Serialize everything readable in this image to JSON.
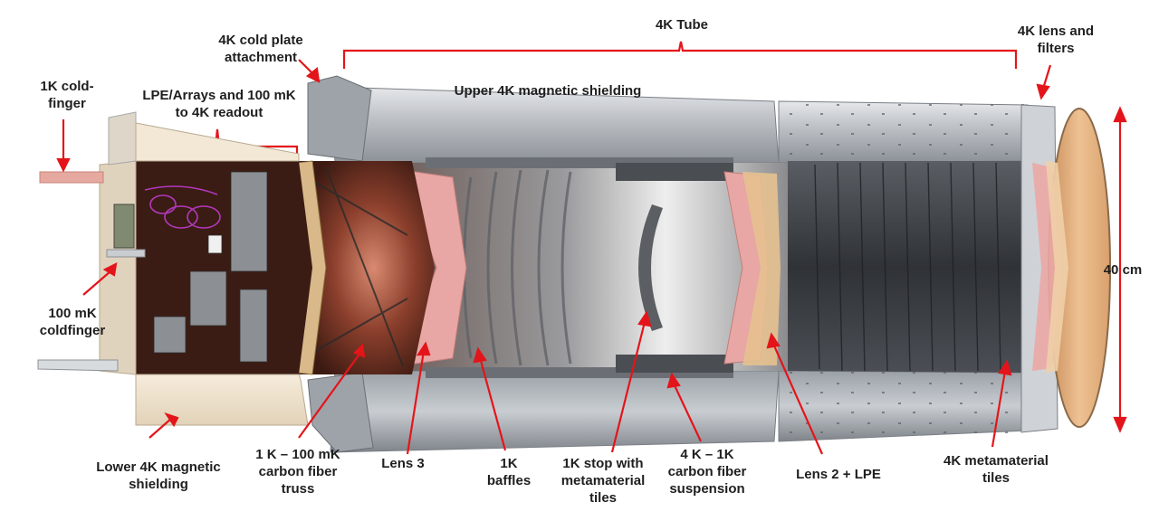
{
  "colors": {
    "annotation_red": "#e3151a",
    "tube_gray": "#a9aeb4",
    "cutaway_brown": "#4a2418",
    "lens_pink": "#e8a6a4",
    "tile_dark": "#3a3d42",
    "window_orange": "#e6b88a",
    "shield_cream": "#efe3cf"
  },
  "labels": {
    "tube_4k": "4K Tube",
    "lens_filters": [
      "4K lens and",
      "filters"
    ],
    "cold_plate": [
      "4K cold plate",
      "attachment"
    ],
    "cold_finger_1k": [
      "1K cold-",
      "finger"
    ],
    "lpe_arrays": [
      "LPE/Arrays and 100 mK",
      "to 4K readout"
    ],
    "upper_shielding": "Upper 4K magnetic shielding",
    "coldfinger_100mk": [
      "100 mK",
      "coldfinger"
    ],
    "dimension": "40 cm",
    "lower_shielding": [
      "Lower 4K magnetic",
      "shielding"
    ],
    "truss": [
      "1 K – 100 mK",
      "carbon fiber",
      "truss"
    ],
    "lens3": "Lens 3",
    "baffles": [
      "1K",
      "baffles"
    ],
    "stop": [
      "1K stop with",
      "metamaterial",
      "tiles"
    ],
    "suspension": [
      "4 K – 1K",
      "carbon fiber",
      "suspension"
    ],
    "lens2": "Lens 2 + LPE",
    "metamaterial": [
      "4K metamaterial",
      "tiles"
    ]
  }
}
